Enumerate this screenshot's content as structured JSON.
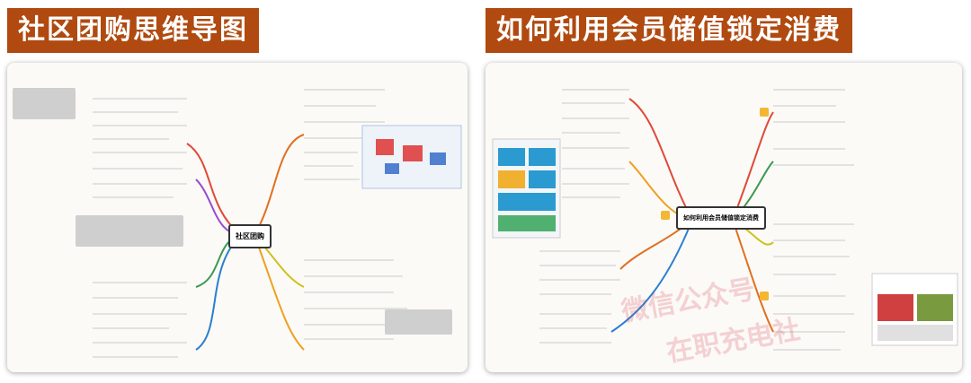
{
  "left": {
    "banner": "社区团购思维导图",
    "center_node": "社区团购"
  },
  "right": {
    "banner": "如何利用会员储值锁定消费",
    "center_node": "如何利用会员储值锁定消费",
    "watermark_line1": "微信公众号",
    "watermark_line2": "在职充电社"
  },
  "colors": {
    "banner": "#b04a10",
    "branches": [
      "#e04a3a",
      "#f0a020",
      "#3a9a50",
      "#2a7fd0",
      "#9a4ad0",
      "#d0c020",
      "#e07020"
    ]
  }
}
